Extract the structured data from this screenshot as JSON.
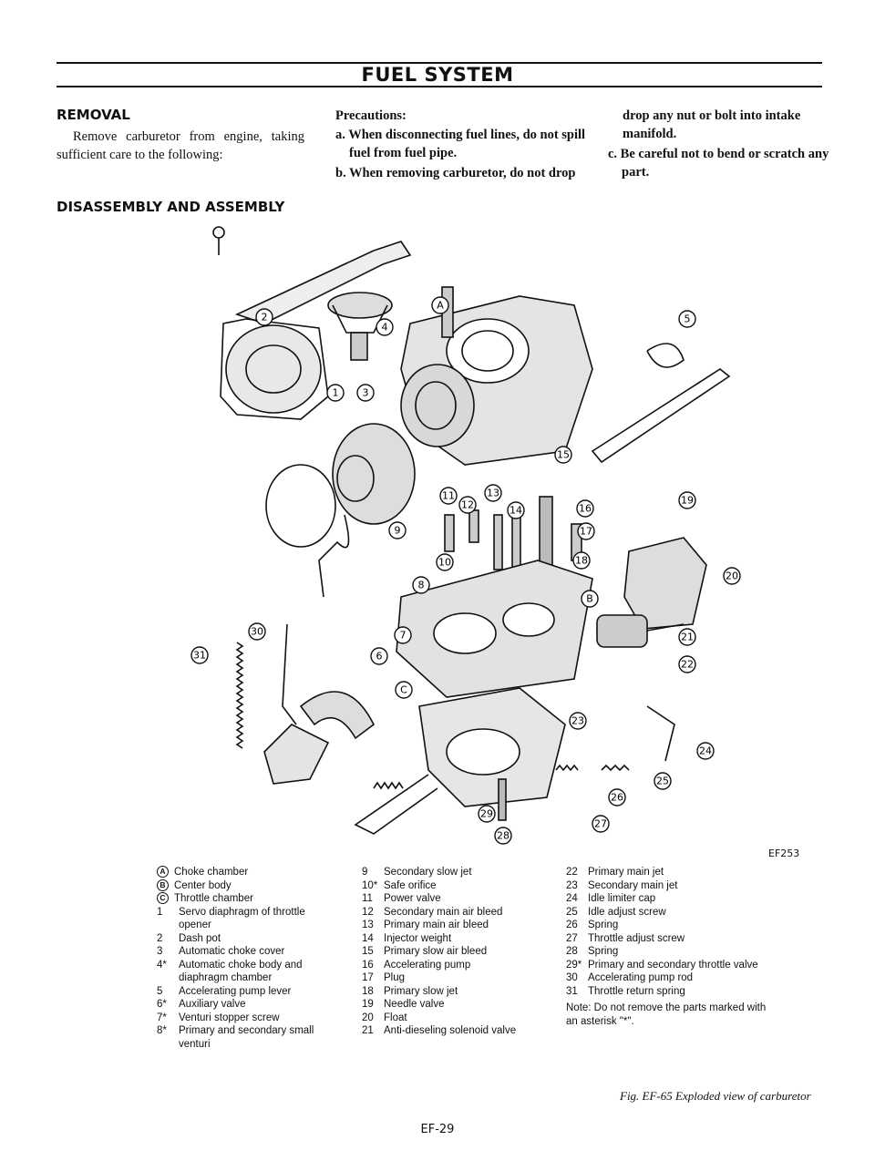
{
  "header": {
    "title": "FUEL SYSTEM"
  },
  "removal": {
    "heading": "REMOVAL",
    "intro": "Remove carburetor from engine, taking sufficient care to the following:"
  },
  "precautions": {
    "heading": "Precautions:",
    "a": "a. When disconnecting fuel lines, do not spill fuel from fuel pipe.",
    "b": "b. When removing carburetor, do not drop any nut or bolt into intake manifold.",
    "c": "c. Be careful not to bend or scratch any part."
  },
  "disassembly": {
    "heading": "DISASSEMBLY AND ASSEMBLY"
  },
  "figure": {
    "code": "EF253",
    "caption": "Fig. EF-65 Exploded view of carburetor",
    "callouts": [
      "A",
      "B",
      "C",
      "1",
      "2",
      "3",
      "4",
      "5",
      "6",
      "7",
      "8",
      "9",
      "10",
      "11",
      "12",
      "13",
      "14",
      "15",
      "16",
      "17",
      "18",
      "19",
      "20",
      "21",
      "22",
      "23",
      "24",
      "25",
      "26",
      "27",
      "28",
      "29",
      "30",
      "31"
    ],
    "asterisk": "*"
  },
  "legend": {
    "col1": [
      {
        "num": "A",
        "text": "Choke chamber"
      },
      {
        "num": "B",
        "text": "Center body"
      },
      {
        "num": "C",
        "text": "Throttle chamber"
      },
      {
        "num": "1",
        "text": "Servo diaphragm of throttle opener"
      },
      {
        "num": "2",
        "text": "Dash pot"
      },
      {
        "num": "3",
        "text": "Automatic choke cover"
      },
      {
        "num": "4*",
        "text": "Automatic choke body and diaphragm chamber"
      },
      {
        "num": "5",
        "text": "Accelerating pump lever"
      },
      {
        "num": "6*",
        "text": "Auxiliary valve"
      },
      {
        "num": "7*",
        "text": "Venturi stopper screw"
      },
      {
        "num": "8*",
        "text": "Primary and secondary small venturi"
      }
    ],
    "col2": [
      {
        "num": "9",
        "text": "Secondary slow jet"
      },
      {
        "num": "10*",
        "text": "Safe orifice"
      },
      {
        "num": "11",
        "text": "Power valve"
      },
      {
        "num": "12",
        "text": "Secondary main air bleed"
      },
      {
        "num": "13",
        "text": "Primary main air bleed"
      },
      {
        "num": "14",
        "text": "Injector weight"
      },
      {
        "num": "15",
        "text": "Primary slow air bleed"
      },
      {
        "num": "16",
        "text": "Accelerating pump"
      },
      {
        "num": "17",
        "text": "Plug"
      },
      {
        "num": "18",
        "text": "Primary slow jet"
      },
      {
        "num": "19",
        "text": "Needle valve"
      },
      {
        "num": "20",
        "text": "Float"
      },
      {
        "num": "21",
        "text": "Anti-dieseling solenoid valve"
      }
    ],
    "col3": [
      {
        "num": "22",
        "text": "Primary main jet"
      },
      {
        "num": "23",
        "text": "Secondary main jet"
      },
      {
        "num": "24",
        "text": "Idle limiter cap"
      },
      {
        "num": "25",
        "text": "Idle adjust screw"
      },
      {
        "num": "26",
        "text": "Spring"
      },
      {
        "num": "27",
        "text": "Throttle adjust screw"
      },
      {
        "num": "28",
        "text": "Spring"
      },
      {
        "num": "29*",
        "text": "Primary and secondary throttle valve"
      },
      {
        "num": "30",
        "text": "Accelerating pump rod"
      },
      {
        "num": "31",
        "text": "Throttle return spring"
      }
    ],
    "note": "Note: Do not remove the parts marked with an asterisk \"*\"."
  },
  "footer": {
    "page": "EF-29"
  }
}
